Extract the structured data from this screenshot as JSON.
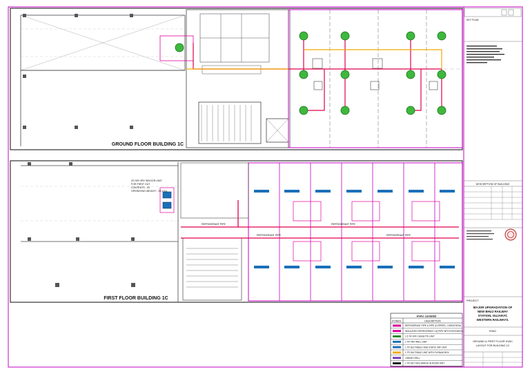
{
  "drawing": {
    "ground_floor_title": "GROUND FLOOR BUILDING 1C",
    "first_floor_title": "FIRST FLOOR BUILDING 1C"
  },
  "annotations": {
    "indoor_unit_note_lines": [
      "ZS 000 VRV INDOOR UNIT",
      "FOR FIRST OUT",
      "CONTENTS - 00",
      "OPERATING WEIGHT - 33.1 Kg"
    ],
    "refrigerant_pipe_labels": [
      "REFRIGERANT PIPE",
      "REFRIGERANT PIPE",
      "REFRIGERANT PIPE",
      "REFRIGERANT PIPE"
    ]
  },
  "hvac_legend": {
    "title": "HVAC LEGEND",
    "col_symbol": "SYMBOL",
    "col_description": "DESCRIPTION",
    "rows": [
      {
        "color": "#e0009a",
        "description": "REFRIGERANT PIPE & PIPE (COPPER) - HORIZONTAL"
      },
      {
        "color": "#e0009a",
        "description": "INSULATED REFRIGERANT LIQ PIPE WITH ROCKWOOL"
      },
      {
        "color": "#2a8a2a",
        "description": "1.5 TR VRF CASSETTE UNIT"
      },
      {
        "color": "#1a6fb8",
        "description": "1 TR VRV WALL UNIT"
      },
      {
        "color": "#1a6fb8",
        "description": "1 TR DUCTABLE HIGH STATIC VRF UNIT"
      },
      {
        "color": "#f2a900",
        "description": "1 TR DUCTABLE UNIT WITH PLENUM BOX"
      },
      {
        "color": "#7a3fb0",
        "description": "LINEAR GRILL"
      },
      {
        "color": "#222222",
        "description": "1 TR DDT DISCHARGE IN ROOM UNIT"
      }
    ]
  },
  "title_block": {
    "key_plan_label": "KEY PLAN",
    "description_header": "DESCRIPTION OF BUILDING",
    "project_label": "PROJECT",
    "project_name_lines": [
      "MAJOR UPGRADATION OF",
      "NEW BHUJ RAILWAY",
      "STATION, GUJARAT,",
      "WESTERN RAILWAYS."
    ],
    "discipline": "HVAC",
    "drawing_title_lines": [
      "GROUND & FIRST FLOOR HVAC",
      "LAYOUT FOR BUILDING 1C"
    ]
  }
}
